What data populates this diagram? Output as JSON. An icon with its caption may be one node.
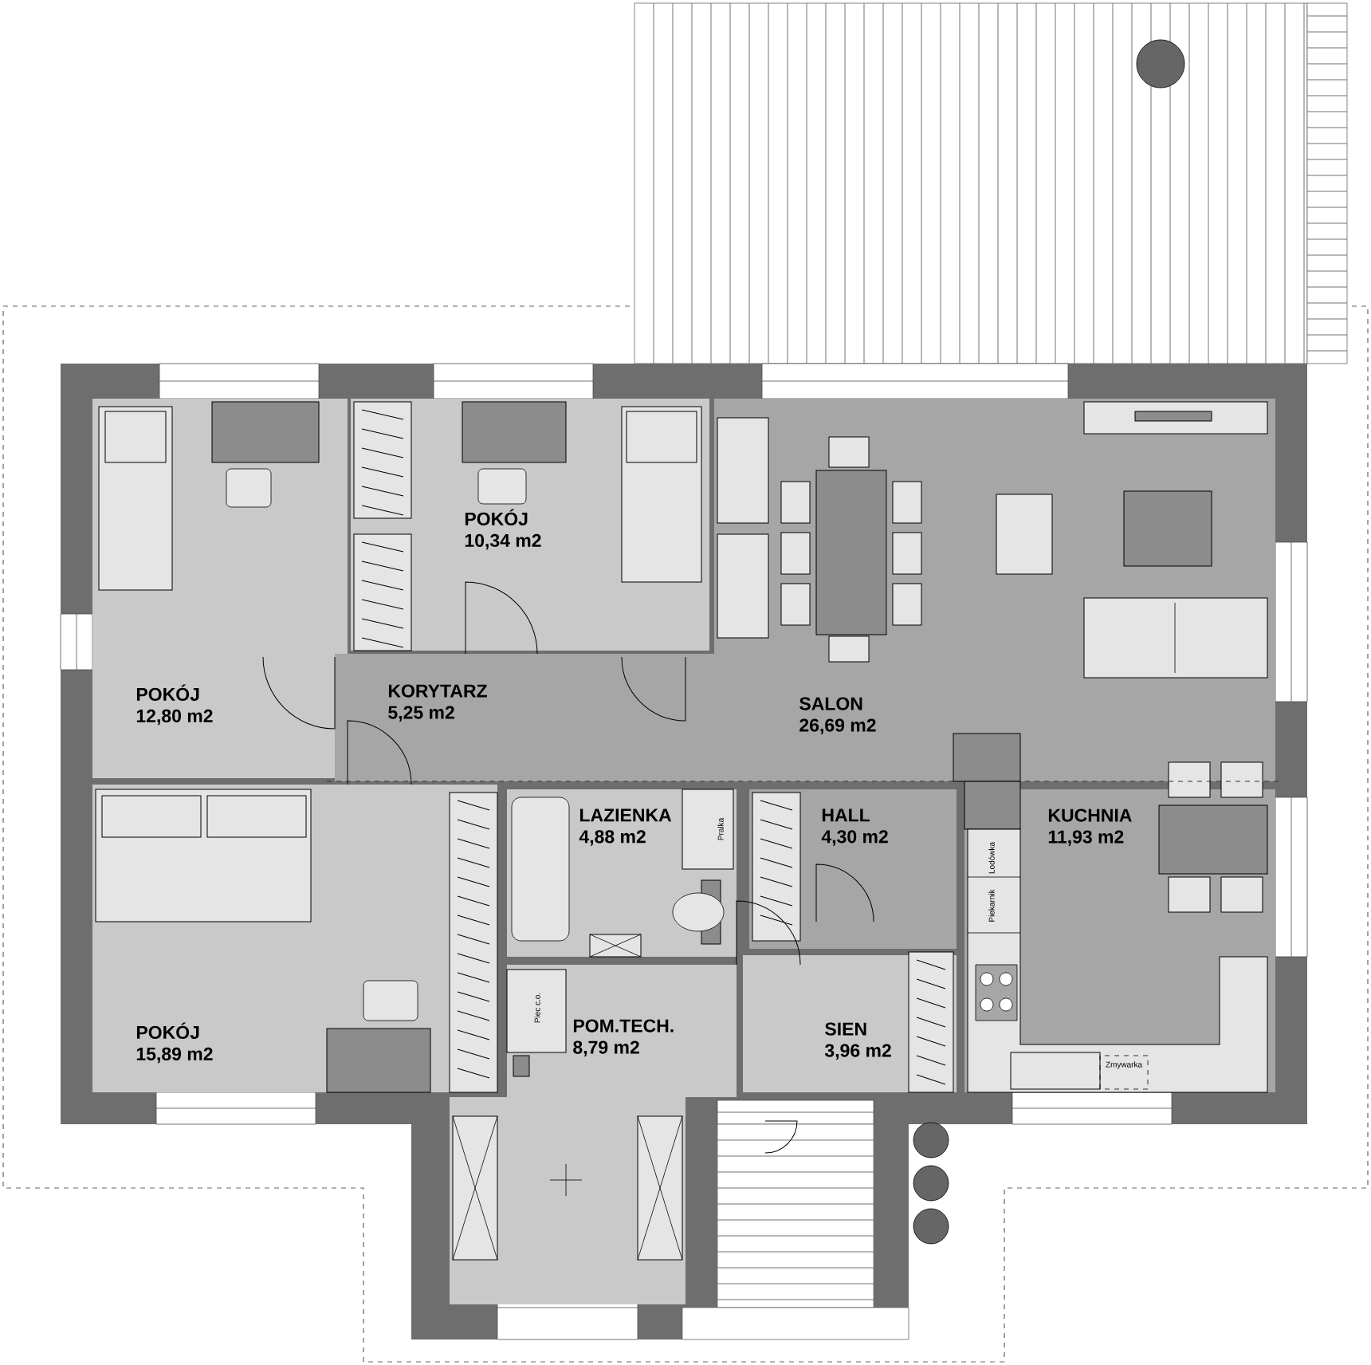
{
  "diagram": {
    "nodes": [
      {
        "text": [
          "POKÓJ",
          "10,34 m2"
        ]
      },
      {
        "text": [
          "POKÓJ",
          "12,80 m2"
        ]
      },
      {
        "text": [
          "KORYTARZ",
          "5,25 m2"
        ]
      },
      {
        "text": [
          "SALON",
          "26,69 m2"
        ]
      },
      {
        "text": [
          "LAZIENKA",
          "4,88 m2"
        ]
      },
      {
        "text": [
          "HALL",
          "4,30 m2"
        ]
      },
      {
        "text": [
          "KUCHNIA",
          "11,93 m2"
        ]
      },
      {
        "text": [
          "POM.TECH.",
          "8,79 m2"
        ]
      },
      {
        "text": [
          "POKÓJ",
          "15,89 m2"
        ]
      },
      {
        "text": [
          "SIEN",
          "3,96 m2"
        ]
      }
    ],
    "labels": [
      "Pralka",
      "Lodówka",
      "Piekarnik",
      "Piec c.o.",
      "Zmywarka"
    ]
  }
}
